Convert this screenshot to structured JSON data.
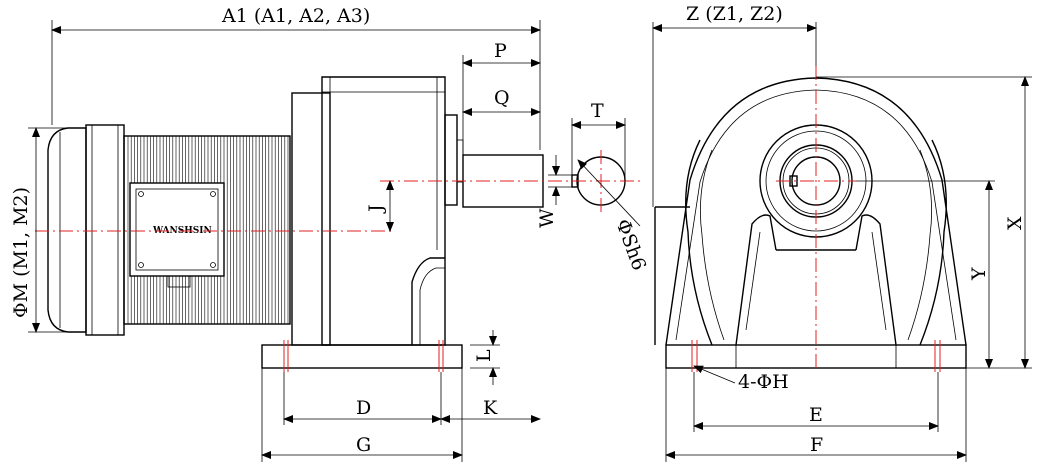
{
  "labels": {
    "a1": "A1 (A1, A2, A3)",
    "z": "Z (Z1, Z2)",
    "p": "P",
    "q": "Q",
    "t": "T",
    "m": "ΦM (M1, M2)",
    "j": "J",
    "w": "W",
    "sh": "ΦSh6",
    "l": "L",
    "d": "D",
    "k": "K",
    "g": "G",
    "x": "X",
    "y": "Y",
    "holes": "4-ΦH",
    "e": "E",
    "f": "F",
    "nameplate": "WANSHSIN"
  },
  "colors": {
    "centerline": "#e02020",
    "line": "#000000"
  }
}
